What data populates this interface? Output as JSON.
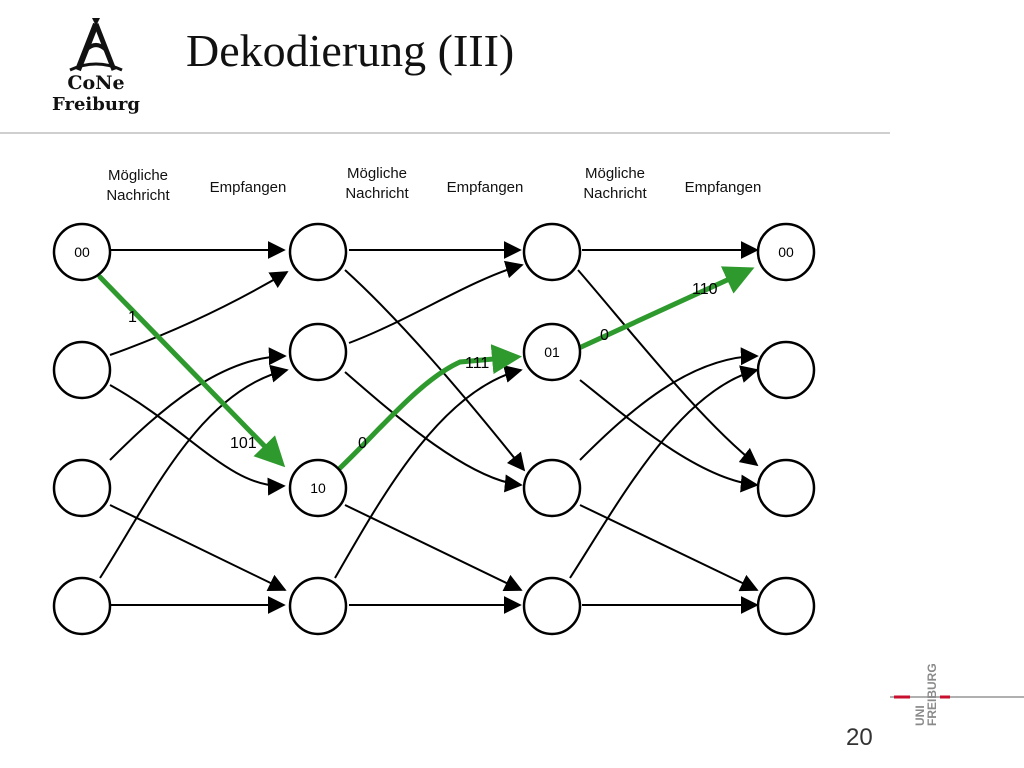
{
  "header": {
    "title": "Dekodierung (III)",
    "logo_line1": "CoNe",
    "logo_line2": "Freiburg"
  },
  "columns": {
    "possible_label_1": "Mögliche",
    "possible_label_2": "Nachricht",
    "received_label": "Empfangen"
  },
  "nodes": {
    "start_top": "00",
    "col1_third": "10",
    "col2_second": "01",
    "end_top": "00"
  },
  "path_labels": {
    "a": "1",
    "b": "101",
    "c": "0",
    "d": "111",
    "e": "0",
    "f": "110"
  },
  "footer": {
    "uni_logo_uni": "UNI",
    "uni_logo_freiburg": "FREIBURG",
    "page_number": "20"
  },
  "colors": {
    "path": "#2e9a2e",
    "rule": "#cfcfcf",
    "uni_red": "#c8102e"
  }
}
